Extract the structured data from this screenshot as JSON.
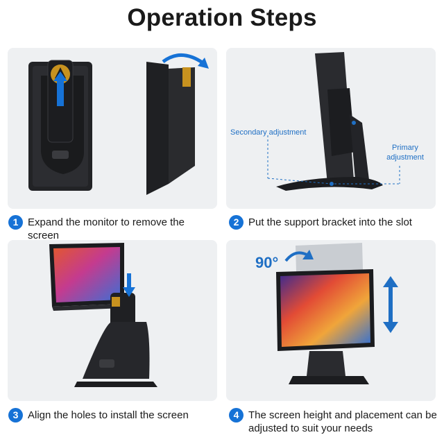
{
  "title": "Operation Steps",
  "steps": [
    {
      "number": "1",
      "text": "Expand the monitor to remove the screen"
    },
    {
      "number": "2",
      "text": "Put the support bracket into the slot"
    },
    {
      "number": "3",
      "text": "Align the holes to install the screen"
    },
    {
      "number": "4",
      "text": "The screen height and placement can be adjusted to suit your needs"
    }
  ],
  "annotations": {
    "secondary": "Secondary adjustment",
    "primary_line1": "Primary",
    "primary_line2": "adjustment",
    "rotation": "90°"
  },
  "colors": {
    "accent": "#1672d6",
    "panel_bg": "#eef0f2",
    "device": "#1e1f22"
  }
}
